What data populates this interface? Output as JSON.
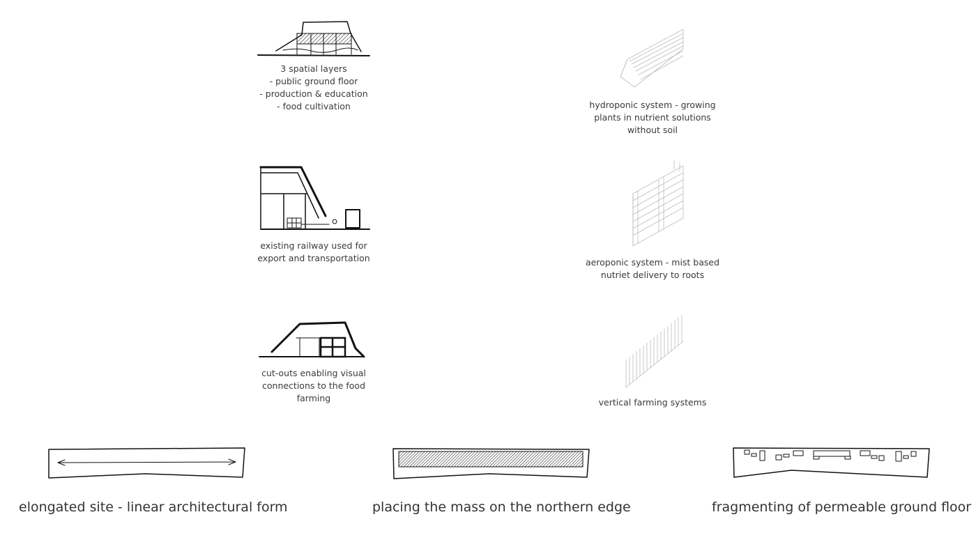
{
  "sketches": {
    "spatial_layers": {
      "lines": [
        "3 spatial layers",
        "- public ground floor",
        "- production & education",
        "- food cultivation"
      ]
    },
    "railway": {
      "lines": [
        "existing railway used for",
        "export and transportation"
      ]
    },
    "cutouts": {
      "lines": [
        "cut-outs enabling visual",
        "connections to the food",
        "farming"
      ]
    },
    "hydroponic": {
      "lines": [
        "hydroponic system - growing",
        "plants in nutrient solutions",
        "without soil"
      ]
    },
    "aeroponic": {
      "lines": [
        "aeroponic system - mist based",
        "nutriet delivery to roots"
      ]
    },
    "vertical": {
      "lines": [
        "vertical farming systems"
      ]
    }
  },
  "steps": [
    {
      "label": "elongated site - linear architectural form"
    },
    {
      "label": "placing the mass on the northern edge"
    },
    {
      "label": "fragmenting of permeable ground floor"
    }
  ]
}
